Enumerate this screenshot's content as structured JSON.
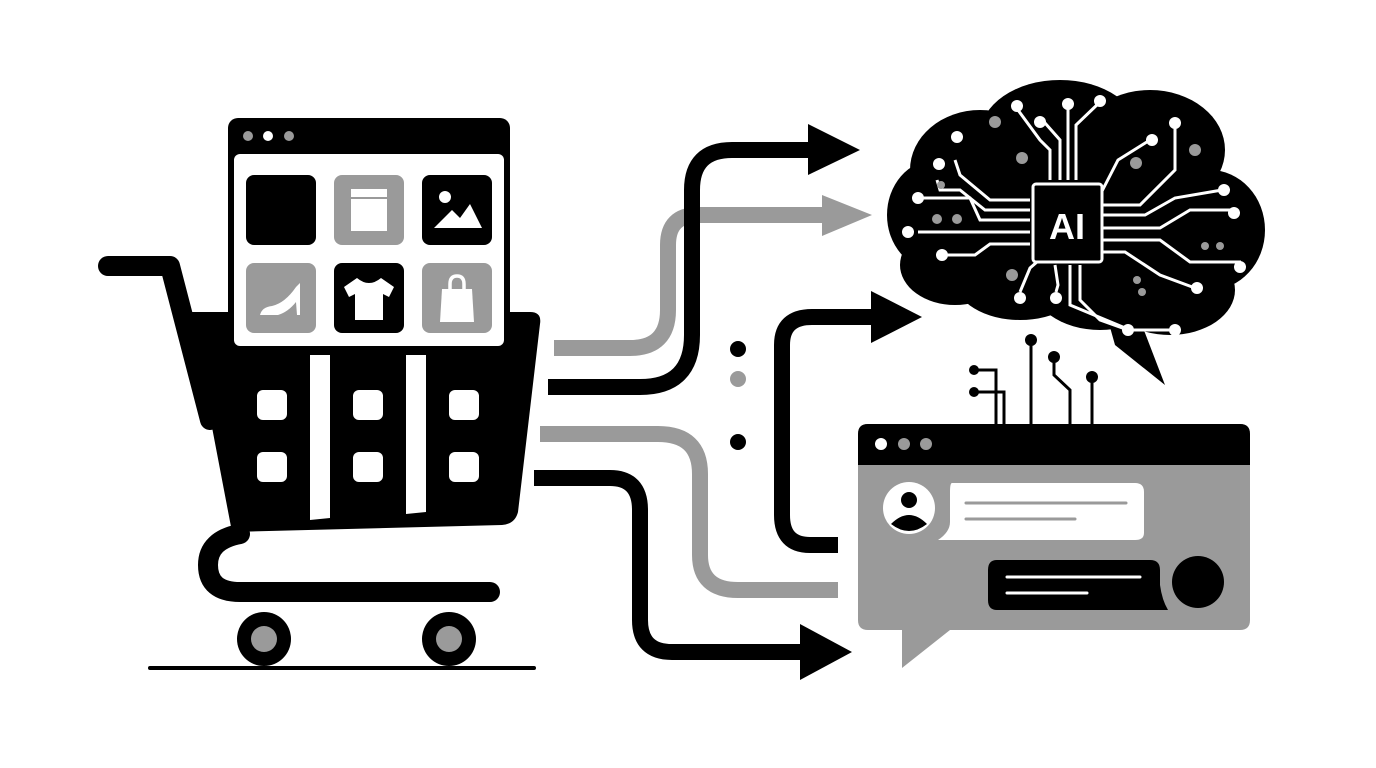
{
  "colors": {
    "ink": "#000000",
    "gray": "#9a9a9a",
    "light": "#ffffff"
  },
  "cart": {
    "browser_window": {
      "titlebar_dots": [
        "gray",
        "white",
        "gray"
      ],
      "tiles": [
        {
          "name": "blank-product",
          "fill": "black",
          "icon": "none"
        },
        {
          "name": "box-product",
          "fill": "gray",
          "icon": "box-icon"
        },
        {
          "name": "image-product",
          "fill": "black",
          "icon": "image-icon"
        },
        {
          "name": "shoe-product",
          "fill": "gray",
          "icon": "high-heel-icon"
        },
        {
          "name": "shirt-product",
          "fill": "black",
          "icon": "tshirt-icon"
        },
        {
          "name": "bag-product",
          "fill": "gray",
          "icon": "shopping-bag-icon"
        }
      ]
    },
    "basket_squares": 6,
    "wheels": 2
  },
  "flows": {
    "arrows": [
      {
        "from": "cart",
        "to": "ai-brain",
        "color": "black"
      },
      {
        "from": "cart",
        "to": "ai-brain",
        "color": "gray"
      },
      {
        "from": "chat-window",
        "to": "ai-brain",
        "color": "black"
      },
      {
        "from": "cart",
        "to": "chat-window",
        "color": "gray"
      },
      {
        "from": "cart",
        "to": "chat-window",
        "color": "black"
      }
    ],
    "separator_dots": [
      "black",
      "gray",
      "black"
    ]
  },
  "ai_brain": {
    "chip_label": "AI"
  },
  "chat_window": {
    "titlebar_dots": [
      "white",
      "gray",
      "gray"
    ],
    "messages": [
      {
        "sender": "user",
        "bubble": "white",
        "lines": 2
      },
      {
        "sender": "bot",
        "bubble": "black",
        "lines": 2
      }
    ]
  }
}
